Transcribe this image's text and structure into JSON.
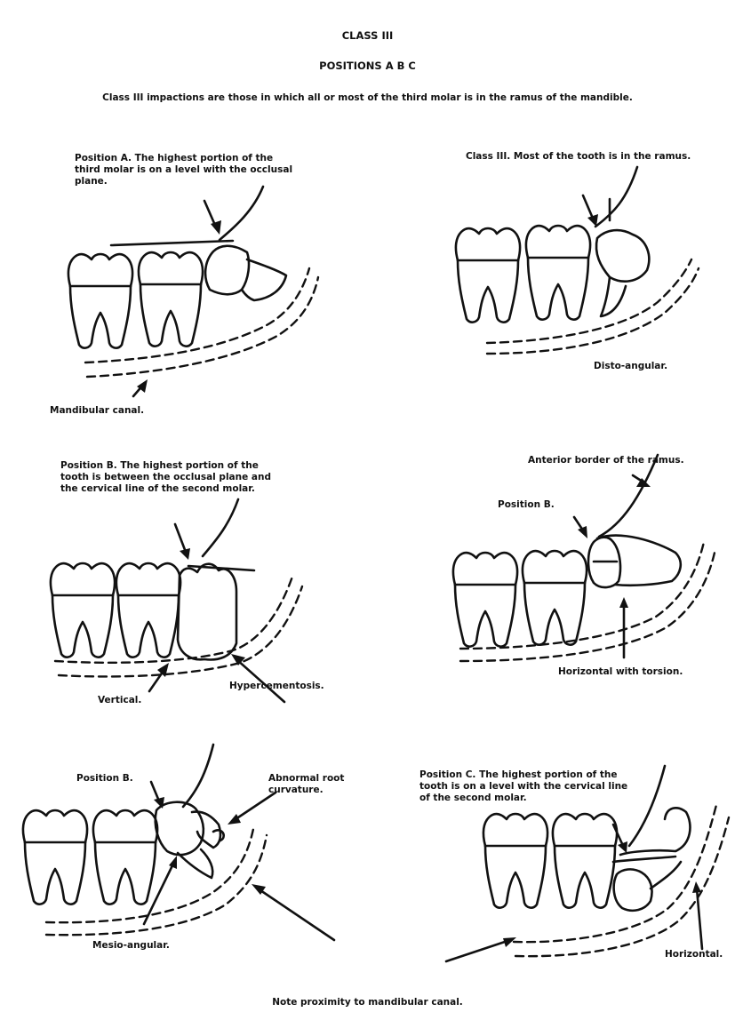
{
  "header": {
    "title": "CLASS  III",
    "subtitle": "POSITIONS  A  B  C",
    "description": "Class III impactions are those in which all or most of the third molar is in the ramus of the mandible."
  },
  "panels": {
    "a": {
      "caption": "Position A. The highest portion of the\nthird molar is on a level with the occlusal\nplane.",
      "canal_label": "Mandibular canal."
    },
    "b": {
      "caption": "Class III. Most of the tooth is in the ramus.",
      "type_label": "Disto-angular."
    },
    "c": {
      "caption": "Position B. The highest portion of the\ntooth is between the occlusal plane and\nthe cervical line of the second molar.",
      "type_label": "Vertical.",
      "note_label": "Hypercementosis."
    },
    "d": {
      "border_label": "Anterior border of the ramus.",
      "position_label": "Position  B.",
      "type_label": "Horizontal with torsion."
    },
    "e": {
      "position_label": "Position B.",
      "note_label": "Abnormal root\ncurvature.",
      "type_label": "Mesio-angular."
    },
    "f": {
      "caption": "Position C. The highest portion of the\ntooth is on a level with the cervical line\nof the second molar.",
      "type_label": "Horizontal."
    }
  },
  "footer": {
    "note": "Note proximity to mandibular canal."
  }
}
